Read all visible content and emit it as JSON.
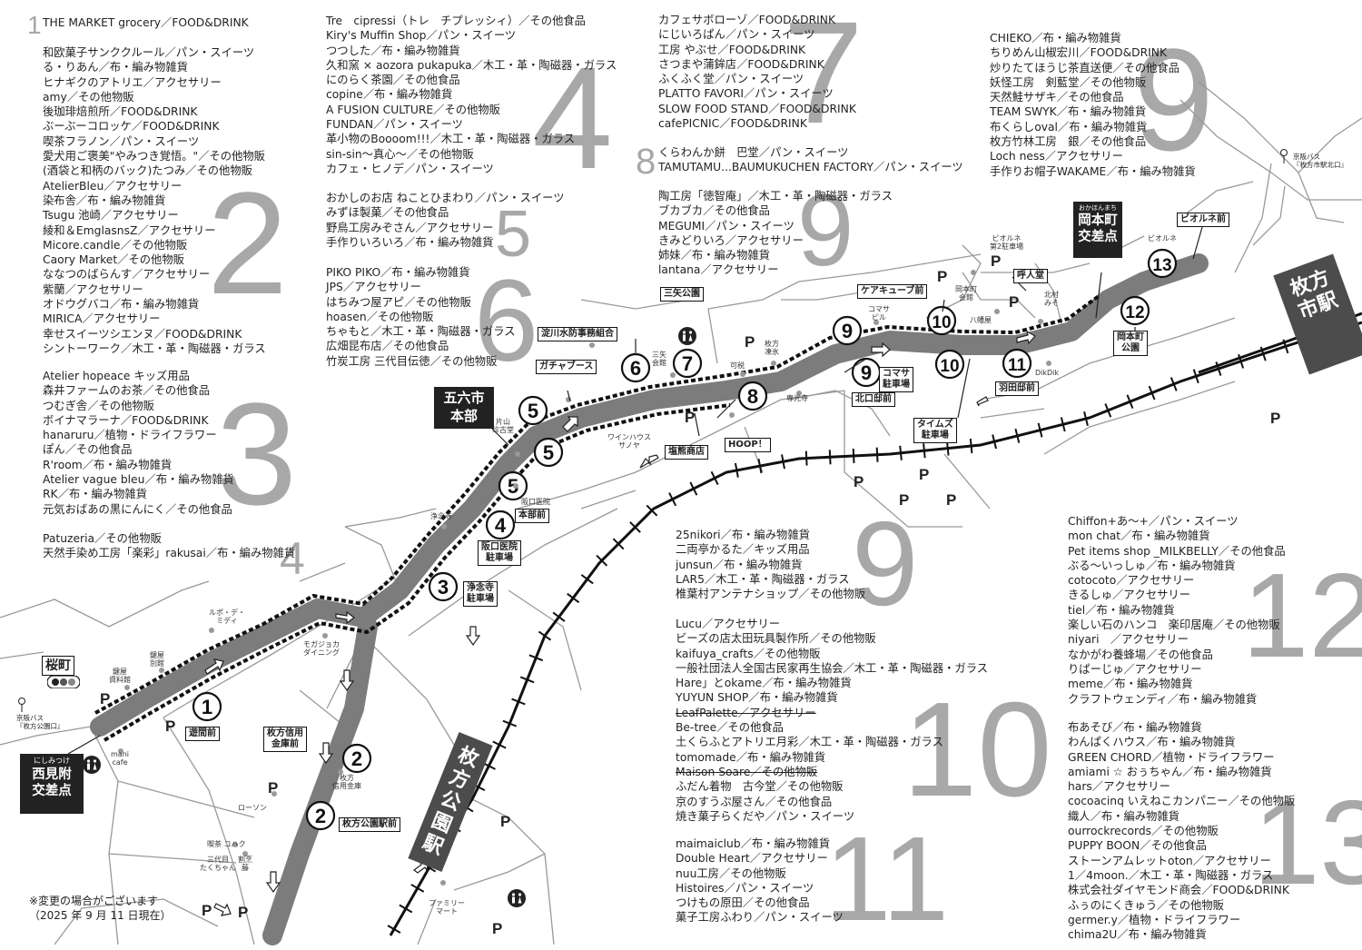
{
  "area_numbers": [
    "1",
    "2",
    "3",
    "4",
    "4",
    "5",
    "6",
    "7",
    "8",
    "9",
    "9",
    "9",
    "10",
    "11",
    "12",
    "13"
  ],
  "area1": [
    "THE MARKET grocery／FOOD&DRINK"
  ],
  "area2": [
    "和欧菓子サンククルール／パン・スイーツ",
    "る・りあん／布・編み物雑貨",
    "ヒナギクのアトリエ／アクセサリー",
    "amy／その他物販",
    "後珈琲焙煎所／FOOD&DRINK",
    "ぶーぶーコロッケ／FOOD&DRINK",
    "喫茶フラノン／パン・スイーツ",
    "愛犬用ご褒美\"やみつき覚悟。\"／その他物販",
    "(酒袋と和柄のバック)たつみ／その他物販",
    "AtelierBleu／アクセサリー",
    "染布舎／布・編み物雑貨",
    "Tsugu 池崎／アクセサリー",
    "綾和＆EmglasnsZ／アクセサリー",
    "Micore.candle／その他物販",
    "Caory Market／その他物販",
    "ななつのばらんす／アクセサリー",
    "紫蘭／アクセサリー",
    "オドウグバコ／布・編み物雑貨",
    "MIRICA／アクセサリー",
    "幸せスイーツシエンヌ／FOOD&DRINK",
    "シントーワーク／木工・革・陶磁器・ガラス"
  ],
  "area3": [
    "Atelier hopeace キッズ用品",
    "森井ファームのお茶／その他食品",
    "つむぎ舎／その他物販",
    "ボイナマラーナ／FOOD&DRINK",
    "hanaruru／植物・ドライフラワー",
    "ぽん／その他食品",
    "R'room／布・編み物雑貨",
    "Atelier vague bleu／布・編み物雑貨",
    "RK／布・編み物雑貨",
    "元気おばあの黒にんにく／その他食品"
  ],
  "area4a": [
    "Patuzeria／その他物販",
    "天然手染め工房「楽彩」rakusai／布・編み物雑貨"
  ],
  "area4": [
    "Tre　cipressi（トレ　チプレッシィ）／その他食品",
    "Kiry's Muffin Shop／パン・スイーツ",
    "つつした／布・編み物雑貨",
    "久和窯 × aozora pukapuka／木工・革・陶磁器・ガラス",
    "にのらく茶園／その他食品",
    "copine／布・編み物雑貨",
    "A FUSION CULTURE／その他物販",
    "FUNDAN／パン・スイーツ",
    "革小物のBoooom!!!／木工・革・陶磁器・ガラス",
    "sin-sin～真心～／その他物販",
    "カフェ・ヒノデ／パン・スイーツ"
  ],
  "area5": [
    "おかしのお店 ねことひまわり／パン・スイーツ",
    "みずほ製菓／その他食品",
    "野鳥工房みぞさん／アクセサリー",
    "手作りいろいろ／布・編み物雑貨"
  ],
  "area6": [
    "PIKO PIKO／布・編み物雑貨",
    "JPS／アクセサリー",
    "はちみつ屋アピ／その他物販",
    "hoasen／その他物販",
    "ちゃもと／木工・革・陶磁器・ガラス",
    "広畑昆布店／その他食品",
    "竹炭工房 三代目伝徳／その他物販"
  ],
  "area7": [
    "カフェサボローゾ／FOOD&DRINK",
    "にじいろぱん／パン・スイーツ",
    "工房 やぶせ／FOOD&DRINK",
    "さつまや蒲鉾店／FOOD&DRINK",
    "ふくふく堂／パン・スイーツ",
    "PLATTO FAVORI／パン・スイーツ",
    "SLOW FOOD STAND／FOOD&DRINK",
    "cafePICNIC／FOOD&DRINK"
  ],
  "area8": [
    "くらわんか餅　巴堂／パン・スイーツ",
    "TAMUTAMU...BAUMUKUCHEN FACTORY／パン・スイーツ"
  ],
  "area9a": [
    "陶工房「徳智庵」／木工・革・陶磁器・ガラス",
    "ブカブカ／その他食品",
    "MEGUMI／パン・スイーツ",
    "きみどりいろ／アクセサリー",
    "姉妹／布・編み物雑貨",
    "lantana／アクセサリー"
  ],
  "area9b": [
    "CHIEKO／布・編み物雑貨",
    "ちりめん山椒宏川／FOOD&DRINK",
    "炒りたてほうじ茶直送便／その他食品",
    "妖怪工房　剣藍堂／その他物販",
    "天然鮭サザキ／その他食品",
    "TEAM SWYK／布・編み物雑貨",
    "布くらしoval／布・編み物雑貨",
    "枚方竹林工房　銀／その他食品",
    "Loch ness／アクセサリー",
    "手作りお帽子WAKAME／布・編み物雑貨"
  ],
  "area9c": [
    "25nikori／布・編み物雑貨",
    "二両亭かるた／キッズ用品",
    "junsun／布・編み物雑貨",
    "LAR5／木工・革・陶磁器・ガラス",
    "椎葉村アンテナショップ／その他物販"
  ],
  "area10": [
    "Lucu／アクセサリー",
    "ビーズの店太田玩具製作所／その他物販",
    "kaifuya_crafts／その他物販",
    "一般社団法人全国古民家再生協会／木工・革・陶磁器・ガラス",
    "Hare」とokame／布・編み物雑貨",
    "YUYUN SHOP／布・編み物雑貨",
    "LeafPalette／アクセサリー",
    "Be-tree／その他食品",
    "土くらふとアトリエ月彩／木工・革・陶磁器・ガラス",
    "tomomade／布・編み物雑貨",
    "Maison Soare／その他物販",
    "ふだん着物　古今堂／その他物販",
    "京のすうぷ屋さん／その他食品",
    "焼き菓子らくだや／パン・スイーツ"
  ],
  "area11": [
    "maimaiclub／布・編み物雑貨",
    "Double Heart／アクセサリー",
    "nuu工房／その他物販",
    "Histoires／パン・スイーツ",
    "つけもの原田／その他食品",
    "菓子工房ふわり／パン・スイーツ"
  ],
  "area12": [
    "Chiffon+あ～+／パン・スイーツ",
    "mon chat／布・編み物雑貨",
    "Pet items shop _MILKBELLY／その他食品",
    "ぶる～いっしゅ／布・編み物雑貨",
    "cotocoto／アクセサリー",
    "きるしゅ／アクセサリー",
    "tiel／布・編み物雑貨",
    "楽しい石のハンコ　楽印居庵／その他物販",
    "niyari　／アクセサリー",
    "なかがわ養蜂場／その他食品",
    "りぱーじゅ／アクセサリー",
    "meme／布・編み物雑貨",
    "クラフトウェンディ／布・編み物雑貨"
  ],
  "area13": [
    "布あそび／布・編み物雑貨",
    "わんぱくハウス／布・編み物雑貨",
    "GREEN CHORD／植物・ドライフラワー",
    "amiami ☆ おぅちゃん／布・編み物雑貨",
    "hars／アクセサリー",
    "cocoacinq いえねこカンパニー／その他物販",
    "織人／布・編み物雑貨",
    "ourrockrecords／その他物販",
    "PUPPY BOON／その他食品",
    "ストーンアムレットoton／アクセサリー",
    "1／4moon.／木工・革・陶磁器・ガラス",
    "株式会社ダイヤモンド商会／FOOD&DRINK",
    "ふぅのにくきゅう／その他物販",
    "germer.y／植物・ドライフラワー",
    "chima2U／布・編み物雑貨"
  ],
  "struck_items": [
    "LeafPalette／アクセサリー",
    "Maison Soare／その他物販"
  ],
  "stations": {
    "hirakata_koen": "枚方公園駅",
    "hirakata_shi": "枚方市駅"
  },
  "boxes": {
    "sakuramachi": "桜町",
    "nishimitsuke_ruby": "にしみつけ",
    "nishimitsuke": "西見附\n交差点",
    "okamoto_ruby": "おかほんまち",
    "okamoto": "岡本町\n交差点",
    "gorokuichi": "五六市\n本部",
    "yuma": "遊間前",
    "shinkin": "枚方信用\n金庫前",
    "koeneki": "枚方公園駅前",
    "honbu": "本部前",
    "sakaguchi_parking": "阪口医院\n駐車場",
    "jonenji_parking": "浄念寺\n駐車場",
    "gacha": "ガチャブース",
    "yodogawa": "淀川水防事務組合",
    "miya_park": "三矢公園",
    "shiokuma": "塩熊商店",
    "hoop": "HOOP！",
    "carecube": "ケアキューブ前",
    "komasa": "コマサ\n駐車場",
    "kitaguchi": "北口邸前",
    "times": "タイムズ\n駐車場",
    "koninbo": "呼人堂",
    "hadeda": "羽田邸前",
    "okamoto_park": "岡本町\n公園",
    "biorne": "ビオルネ前"
  },
  "map_labels": {
    "ruby_di_midi": "ルポ・デ・\nミディ",
    "takaba_shiryo": "鍵屋\n資料館",
    "takaba_bekkan": "鍵屋\n別館",
    "mani": "mani\ncafe",
    "mogajoka": "モガジョカ\nダイニング",
    "lawson": "ローソン",
    "kissa": "喫茶 コハク",
    "sandaime": "三代目\nたくちゃん",
    "kappo": "割烹\n藤",
    "hirakata_shinkin": "枚方\n信用金庫",
    "jonenji": "浄念寺",
    "katayama": "片山\n珍古堂",
    "sakaguchi_clinic": "阪口医院",
    "wine": "ワインハウス\nサノヤ",
    "family": "ファミリー\nマート",
    "miya_kaikan": "三矢\n会館",
    "kashiwa": "可税",
    "hirakata_hyo": "枚方\n凍氷",
    "senkoji": "専光寺",
    "komasa_bldg": "コマサ\nビル",
    "okamoto_kaikan": "岡本町\n会館",
    "hachiman": "八幡屋",
    "kitamura": "北村\nみそ",
    "biorne2": "ビオルネ\n第2駐車場",
    "biorne": "ビオルネ",
    "dikdik": "DikDik",
    "bus_left": "京阪バス\n『枚方公園口』",
    "bus_right": "京阪バス\n『枚方市駅北口』"
  },
  "stop_numbers": [
    "1",
    "2",
    "2",
    "3",
    "4",
    "5",
    "5",
    "5",
    "6",
    "7",
    "8",
    "9",
    "9",
    "10",
    "10",
    "11",
    "12",
    "13"
  ],
  "parking_symbol": "P",
  "note": "※変更の場合がございます\n（2025 年 9 月 11 日現在）",
  "colors": {
    "route": "#7c7c7c",
    "area_number": "#a8a8a8",
    "rail": "#111111",
    "dark_box": "#222222"
  }
}
